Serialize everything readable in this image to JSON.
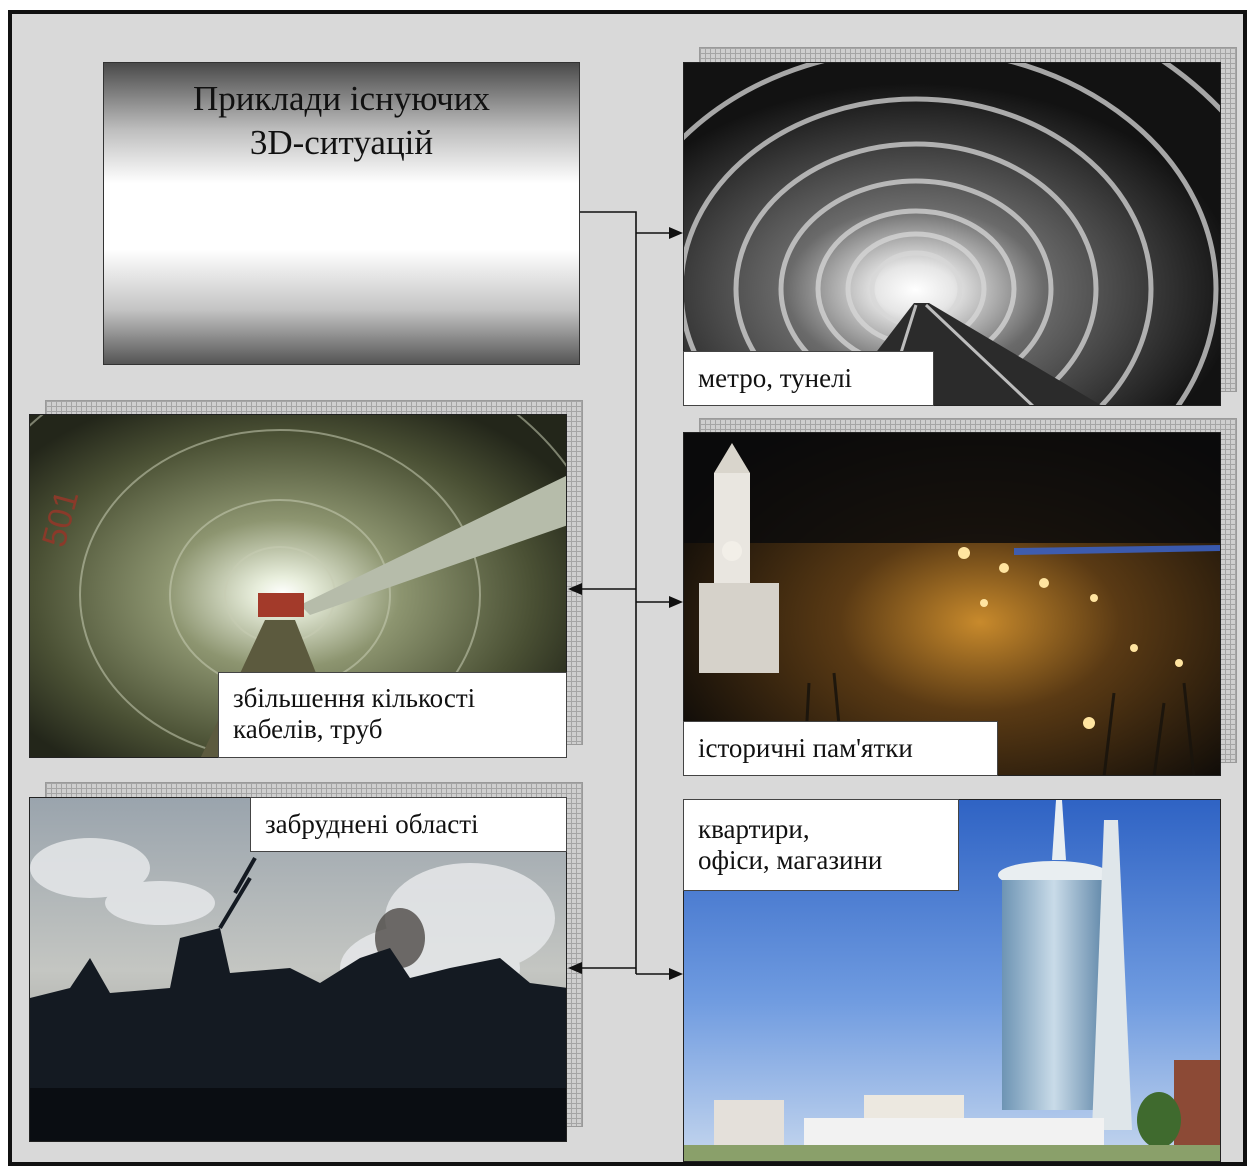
{
  "title": {
    "line1": "Приклади існуючих",
    "line2": "3D-ситуацій"
  },
  "photos": {
    "metro": {
      "caption": "метро, тунелі"
    },
    "cables": {
      "caption_line1": "збільшення кількості",
      "caption_line2": "кабелів, труб"
    },
    "historic": {
      "caption": "історичні пам'ятки"
    },
    "polluted": {
      "caption": "забруднені області"
    },
    "buildings": {
      "caption_line1": "квартири,",
      "caption_line2": "офіси, магазини"
    }
  }
}
